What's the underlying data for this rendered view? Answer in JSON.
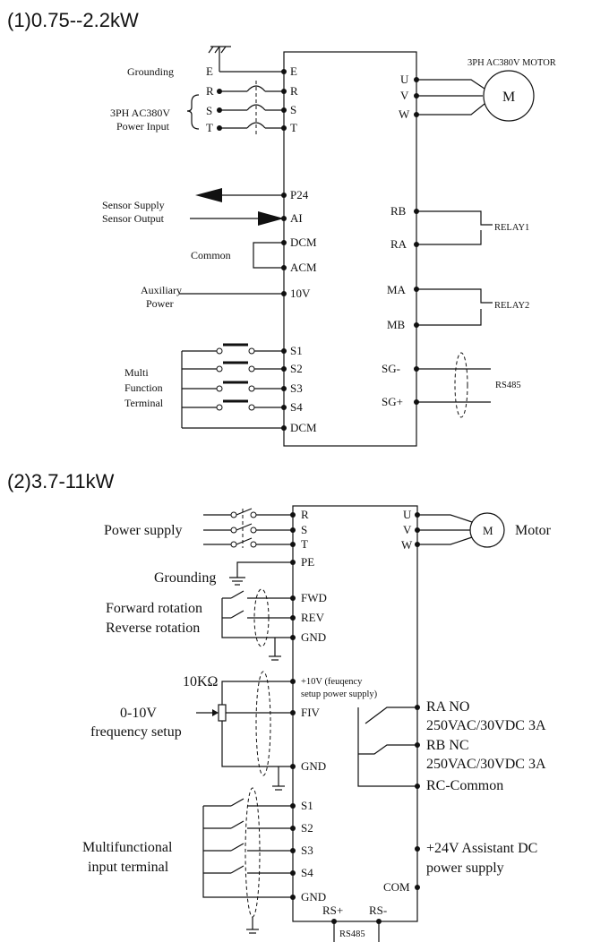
{
  "diagram1": {
    "heading": "(1)0.75--2.2kW",
    "motor_label": "3PH AC380V MOTOR",
    "motor_symbol": "M",
    "left_labels": {
      "grounding": "Grounding",
      "power_input_1": "3PH AC380V",
      "power_input_2": "Power Input",
      "sensor_supply": "Sensor Supply",
      "sensor_output": "Sensor Output",
      "common": "Common",
      "auxiliary_1": "Auxiliary",
      "auxiliary_2": "Power",
      "multi_1": "Multi",
      "multi_2": "Function",
      "multi_3": "Terminal"
    },
    "outer_terminals": {
      "e": "E",
      "r": "R",
      "s": "S",
      "t": "T"
    },
    "box_left_terminals": [
      "E",
      "R",
      "S",
      "T",
      "P24",
      "AI",
      "DCM",
      "ACM",
      "10V",
      "S1",
      "S2",
      "S3",
      "S4",
      "DCM"
    ],
    "box_right_terminals": [
      "U",
      "V",
      "W",
      "RB",
      "RA",
      "MA",
      "MB",
      "SG-",
      "SG+"
    ],
    "relay1": "RELAY1",
    "relay2": "RELAY2",
    "rs485": "RS485"
  },
  "diagram2": {
    "heading": "(2)3.7-11kW",
    "labels": {
      "power_supply": "Power supply",
      "grounding": "Grounding",
      "forward": "Forward rotation",
      "reverse": "Reverse rotation",
      "resistor": "10KΩ",
      "freq_1": "0-10V",
      "freq_2": "frequency setup",
      "multi_1": "Multifunctional",
      "multi_2": "input terminal",
      "motor": "Motor",
      "motor_symbol": "M"
    },
    "box_left_terminals": [
      "R",
      "S",
      "T",
      "PE",
      "FWD",
      "REV",
      "GND",
      "+10V (feuqency",
      "setup power supply)",
      "FIV",
      "GND",
      "S1",
      "S2",
      "S3",
      "S4",
      "GND"
    ],
    "box_right_terminals": [
      "U",
      "V",
      "W",
      "COM"
    ],
    "bottom_terminals": [
      "RS+",
      "RS-"
    ],
    "bottom_label": "RS485",
    "relay_text": [
      "RA  NO",
      "250VAC/30VDC 3A",
      "RB  NC",
      "250VAC/30VDC 3A",
      "RC-Common"
    ],
    "dc_text": [
      "+24V Assistant DC",
      "power supply"
    ]
  }
}
